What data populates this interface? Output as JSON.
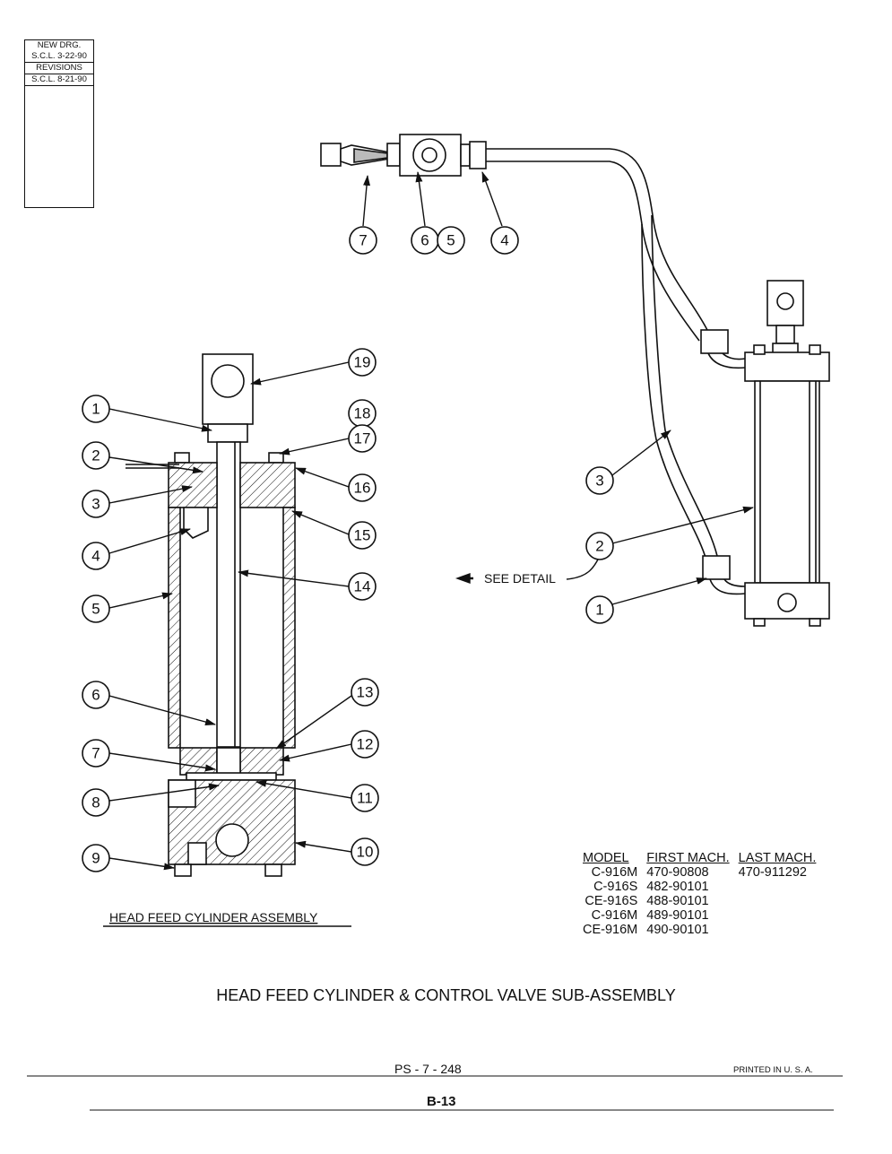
{
  "revision_block": {
    "rows": [
      "NEW DRG.",
      "S.C.L. 3-22-90",
      "REVISIONS",
      "S.C.L. 8-21-90",
      ""
    ]
  },
  "valve_detail": {
    "callouts": [
      "7",
      "6",
      "5",
      "4"
    ]
  },
  "assembly_view": {
    "callouts": [
      "3",
      "2",
      "1"
    ],
    "see_detail": "SEE DETAIL"
  },
  "cylinder_section": {
    "title": "HEAD FEED CYLINDER ASSEMBLY",
    "callouts_left": [
      "1",
      "2",
      "3",
      "4",
      "5",
      "6",
      "7",
      "8",
      "9"
    ],
    "callouts_right": [
      "19",
      "18",
      "17",
      "16",
      "15",
      "14",
      "13",
      "12",
      "11",
      "10"
    ]
  },
  "model_table": {
    "headers": [
      "MODEL",
      "FIRST MACH.",
      "LAST MACH."
    ],
    "rows": [
      [
        "C-916M",
        "470-90808",
        "470-911292"
      ],
      [
        "C-916S",
        "482-90101",
        ""
      ],
      [
        "CE-916S",
        "488-90101",
        ""
      ],
      [
        "C-916M",
        "489-90101",
        ""
      ],
      [
        "CE-916M",
        "490-90101",
        ""
      ]
    ]
  },
  "main_title": "HEAD FEED CYLINDER & CONTROL VALVE SUB-ASSEMBLY",
  "footer": {
    "part_number": "PS - 7 - 248",
    "printed": "PRINTED IN U. S. A.",
    "page": "B-13"
  }
}
